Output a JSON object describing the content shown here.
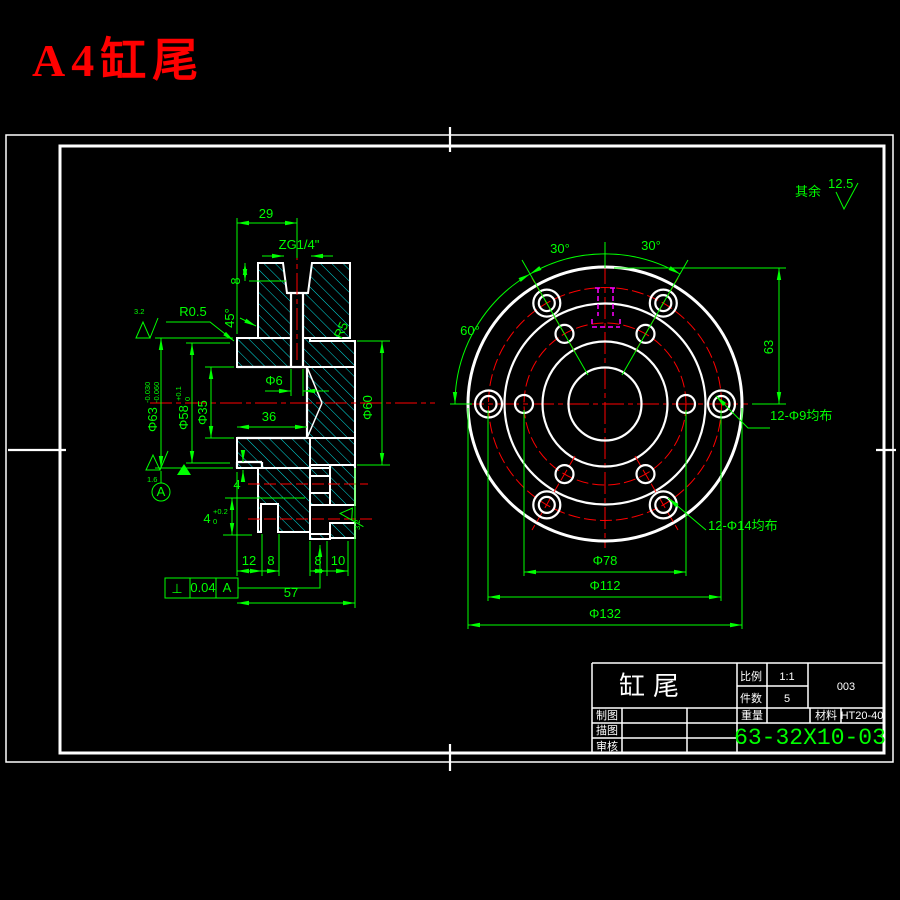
{
  "colors": {
    "dimension": "#00ff00",
    "outline": "#ffffff",
    "centerline": "#ff0000",
    "hatch": "#00e5e5",
    "hidden": "#ff00ff",
    "page_title": "#ff0000"
  },
  "page_title": "A4缸尾",
  "general_note": {
    "label": "其余",
    "roughness": "12.5"
  },
  "left_view": {
    "dim_29": "29",
    "thread": "ZG1/4\"",
    "dim_8": "8",
    "chamfer_angle": "45°",
    "fillet_r05": "R0.5",
    "rough_32": "3.2",
    "fillet_r5": "R5",
    "d63": {
      "name": "Φ63",
      "tol_hi": "-0.030",
      "tol_lo": "-0.060"
    },
    "d58": {
      "name": "Φ58",
      "tol_hi": "+0.1",
      "tol_lo": "0"
    },
    "d35": "Φ35",
    "d6": "Φ6",
    "dim_36": "36",
    "d60": "Φ60",
    "rough_16": "1.6",
    "rough_32b": "3.2",
    "dim_4": "4",
    "dim_4tol": {
      "name": "4",
      "tol_hi": "+0.2",
      "tol_lo": "0"
    },
    "dim_12": "12",
    "dim_8a": "8",
    "dim_8b": "8",
    "dim_10": "10",
    "dim_57": "57"
  },
  "gdt": {
    "symbol": "⊥",
    "value": "0.04",
    "datum": "A"
  },
  "datum_label": "A",
  "right_view": {
    "angle_30_left": "30°",
    "angle_30_right": "30°",
    "angle_60": "60°",
    "dim_63": "63",
    "holes_outer": "12-Φ9均布",
    "holes_inner": "12-Φ14均布",
    "d78": "Φ78",
    "d112": "Φ112",
    "d132": "Φ132"
  },
  "title_block": {
    "part_name": "缸尾",
    "scale_label": "比例",
    "scale_value": "1:1",
    "qty_label": "件数",
    "qty_value": "5",
    "sheet_no": "003",
    "drawn_label": "制图",
    "traced_label": "描图",
    "checked_label": "审核",
    "weight_label": "重量",
    "material_label": "材料",
    "material_value": "HT20-40",
    "drawing_no": "63-32X10-03"
  }
}
